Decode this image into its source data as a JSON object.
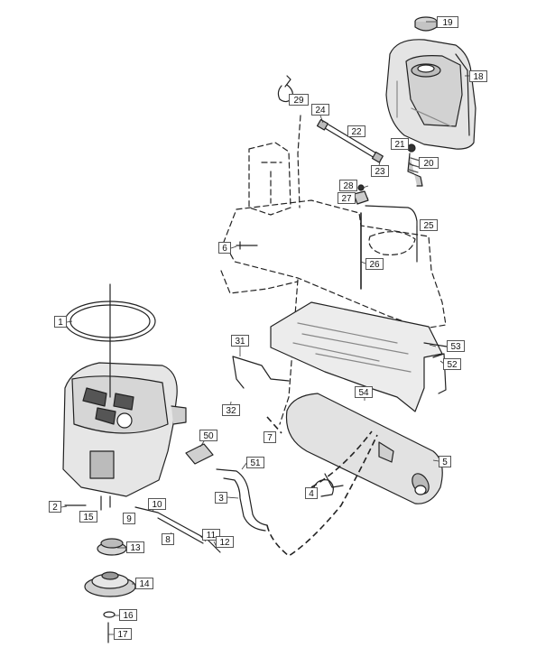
{
  "diagram": {
    "callouts": [
      {
        "id": "c1",
        "text": "1"
      },
      {
        "id": "c2",
        "text": "2"
      },
      {
        "id": "c3",
        "text": "3"
      },
      {
        "id": "c4",
        "text": "4"
      },
      {
        "id": "c5",
        "text": "5"
      },
      {
        "id": "c6",
        "text": "6"
      },
      {
        "id": "c7",
        "text": "7"
      },
      {
        "id": "c8",
        "text": "8"
      },
      {
        "id": "c9",
        "text": "9"
      },
      {
        "id": "c10",
        "text": "10"
      },
      {
        "id": "c11",
        "text": "11"
      },
      {
        "id": "c12",
        "text": "12"
      },
      {
        "id": "c13",
        "text": "13"
      },
      {
        "id": "c14",
        "text": "14"
      },
      {
        "id": "c15",
        "text": "15"
      },
      {
        "id": "c16",
        "text": "16"
      },
      {
        "id": "c17",
        "text": "17"
      },
      {
        "id": "c18",
        "text": "18"
      },
      {
        "id": "c19",
        "text": "19"
      },
      {
        "id": "c20",
        "text": "20"
      },
      {
        "id": "c21",
        "text": "21"
      },
      {
        "id": "c22",
        "text": "22"
      },
      {
        "id": "c23",
        "text": "23"
      },
      {
        "id": "c24",
        "text": "24"
      },
      {
        "id": "c25",
        "text": "25"
      },
      {
        "id": "c26",
        "text": "26"
      },
      {
        "id": "c27",
        "text": "27"
      },
      {
        "id": "c28",
        "text": "28"
      },
      {
        "id": "c29",
        "text": "29"
      },
      {
        "id": "c31",
        "text": "31"
      },
      {
        "id": "c32",
        "text": "32"
      },
      {
        "id": "c50",
        "text": "50"
      },
      {
        "id": "c51",
        "text": "51"
      },
      {
        "id": "c52",
        "text": "52"
      },
      {
        "id": "c53",
        "text": "53"
      },
      {
        "id": "c54",
        "text": "54"
      }
    ],
    "colors": {
      "line": "#222222",
      "shade": "#d9d9d9",
      "dark": "#6b6b6b",
      "label_border": "#555555"
    }
  }
}
